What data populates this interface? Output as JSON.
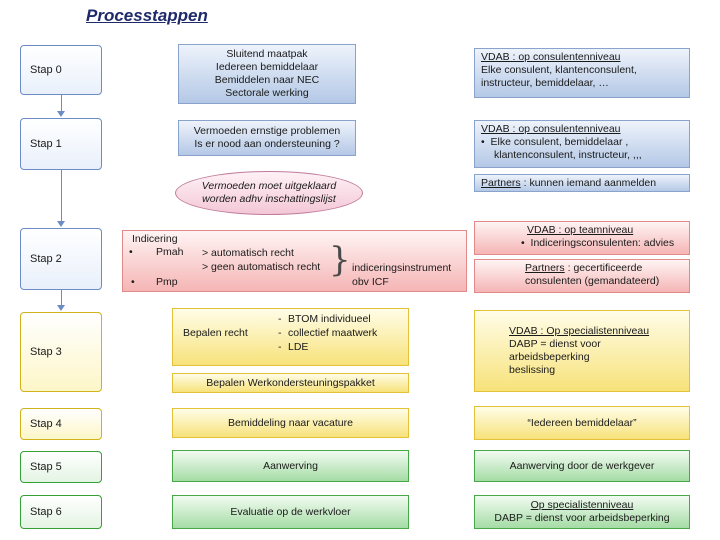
{
  "title": "Processtappen",
  "steps": [
    {
      "label": "Stap 0"
    },
    {
      "label": "Stap 1"
    },
    {
      "label": "Stap 2"
    },
    {
      "label": "Stap 3"
    },
    {
      "label": "Stap 4"
    },
    {
      "label": "Stap 5"
    },
    {
      "label": "Stap 6"
    }
  ],
  "center": {
    "s0": [
      "Sluitend maatpak",
      "Iedereen bemiddelaar",
      "Bemiddelen naar NEC",
      "Sectorale werking"
    ],
    "s1": [
      "Vermoeden ernstige problemen",
      "Is er nood aan ondersteuning ?"
    ],
    "s1b": [
      "Vermoeden moet uitgeklaard",
      "worden adhv inschattingslijst"
    ],
    "s2": {
      "indicering": "Indicering",
      "pmah": "Pmah",
      "pmp": "Pmp",
      "auto1": "> automatisch recht",
      "auto2": "> geen automatisch recht",
      "instr1": "indiceringsinstrument",
      "instr2": "obv ICF"
    },
    "s3": {
      "bepalen_recht": "Bepalen recht",
      "items": [
        "BTOM individueel",
        "collectief maatwerk",
        "LDE"
      ],
      "werkonder": "Bepalen Werkondersteuningspakket"
    },
    "s4": "Bemiddeling naar vacature",
    "s5": "Aanwerving",
    "s6": "Evaluatie op de werkvloer"
  },
  "right": {
    "s0": {
      "head": "VDAB : op consulentenniveau",
      "lines": [
        "Elke consulent, klantenconsulent,",
        "instructeur, bemiddelaar, …"
      ]
    },
    "s1": {
      "head": "VDAB : op consulentenniveau",
      "bullet": "Elke consulent, bemiddelaar ,",
      "cont": "klantenconsulent, instructeur, ,,,"
    },
    "s1b": {
      "head": "Partners",
      "rest": " : kunnen iemand aanmelden"
    },
    "s2a": {
      "head": "VDAB : op teamniveau",
      "bullet": "Indiceringsconsulenten: advies"
    },
    "s2b": {
      "head": "Partners",
      "rest": " : gecertificeerde",
      "cont": "consulenten (gemandateerd)"
    },
    "s3": {
      "head": "VDAB : Op specialistenniveau",
      "lines": [
        "DABP = dienst voor arbeidsbeperking",
        "beslissing"
      ]
    },
    "s4": "“Iedereen bemiddelaar”",
    "s5": "Aanwerving door de werkgever",
    "s6": {
      "head": "Op specialistenniveau",
      "line": "DABP = dienst voor arbeidsbeperking"
    }
  },
  "bullet_char": "•",
  "dash_char": "-"
}
